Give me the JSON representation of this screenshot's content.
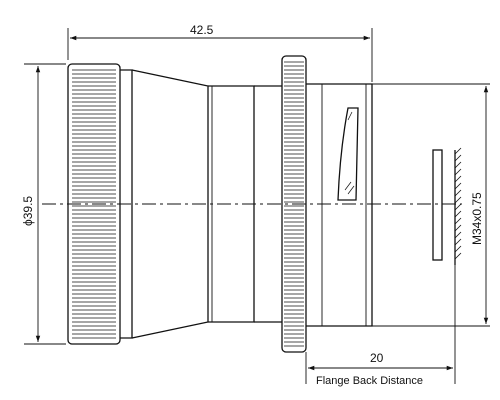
{
  "drawing": {
    "dimensions": {
      "overall_length": "42.5",
      "diameter": "ϕ39.5",
      "thread": "M34x0.75",
      "flange_distance": "20"
    },
    "captions": {
      "flange_back_distance": "Flange Back Distance"
    }
  }
}
